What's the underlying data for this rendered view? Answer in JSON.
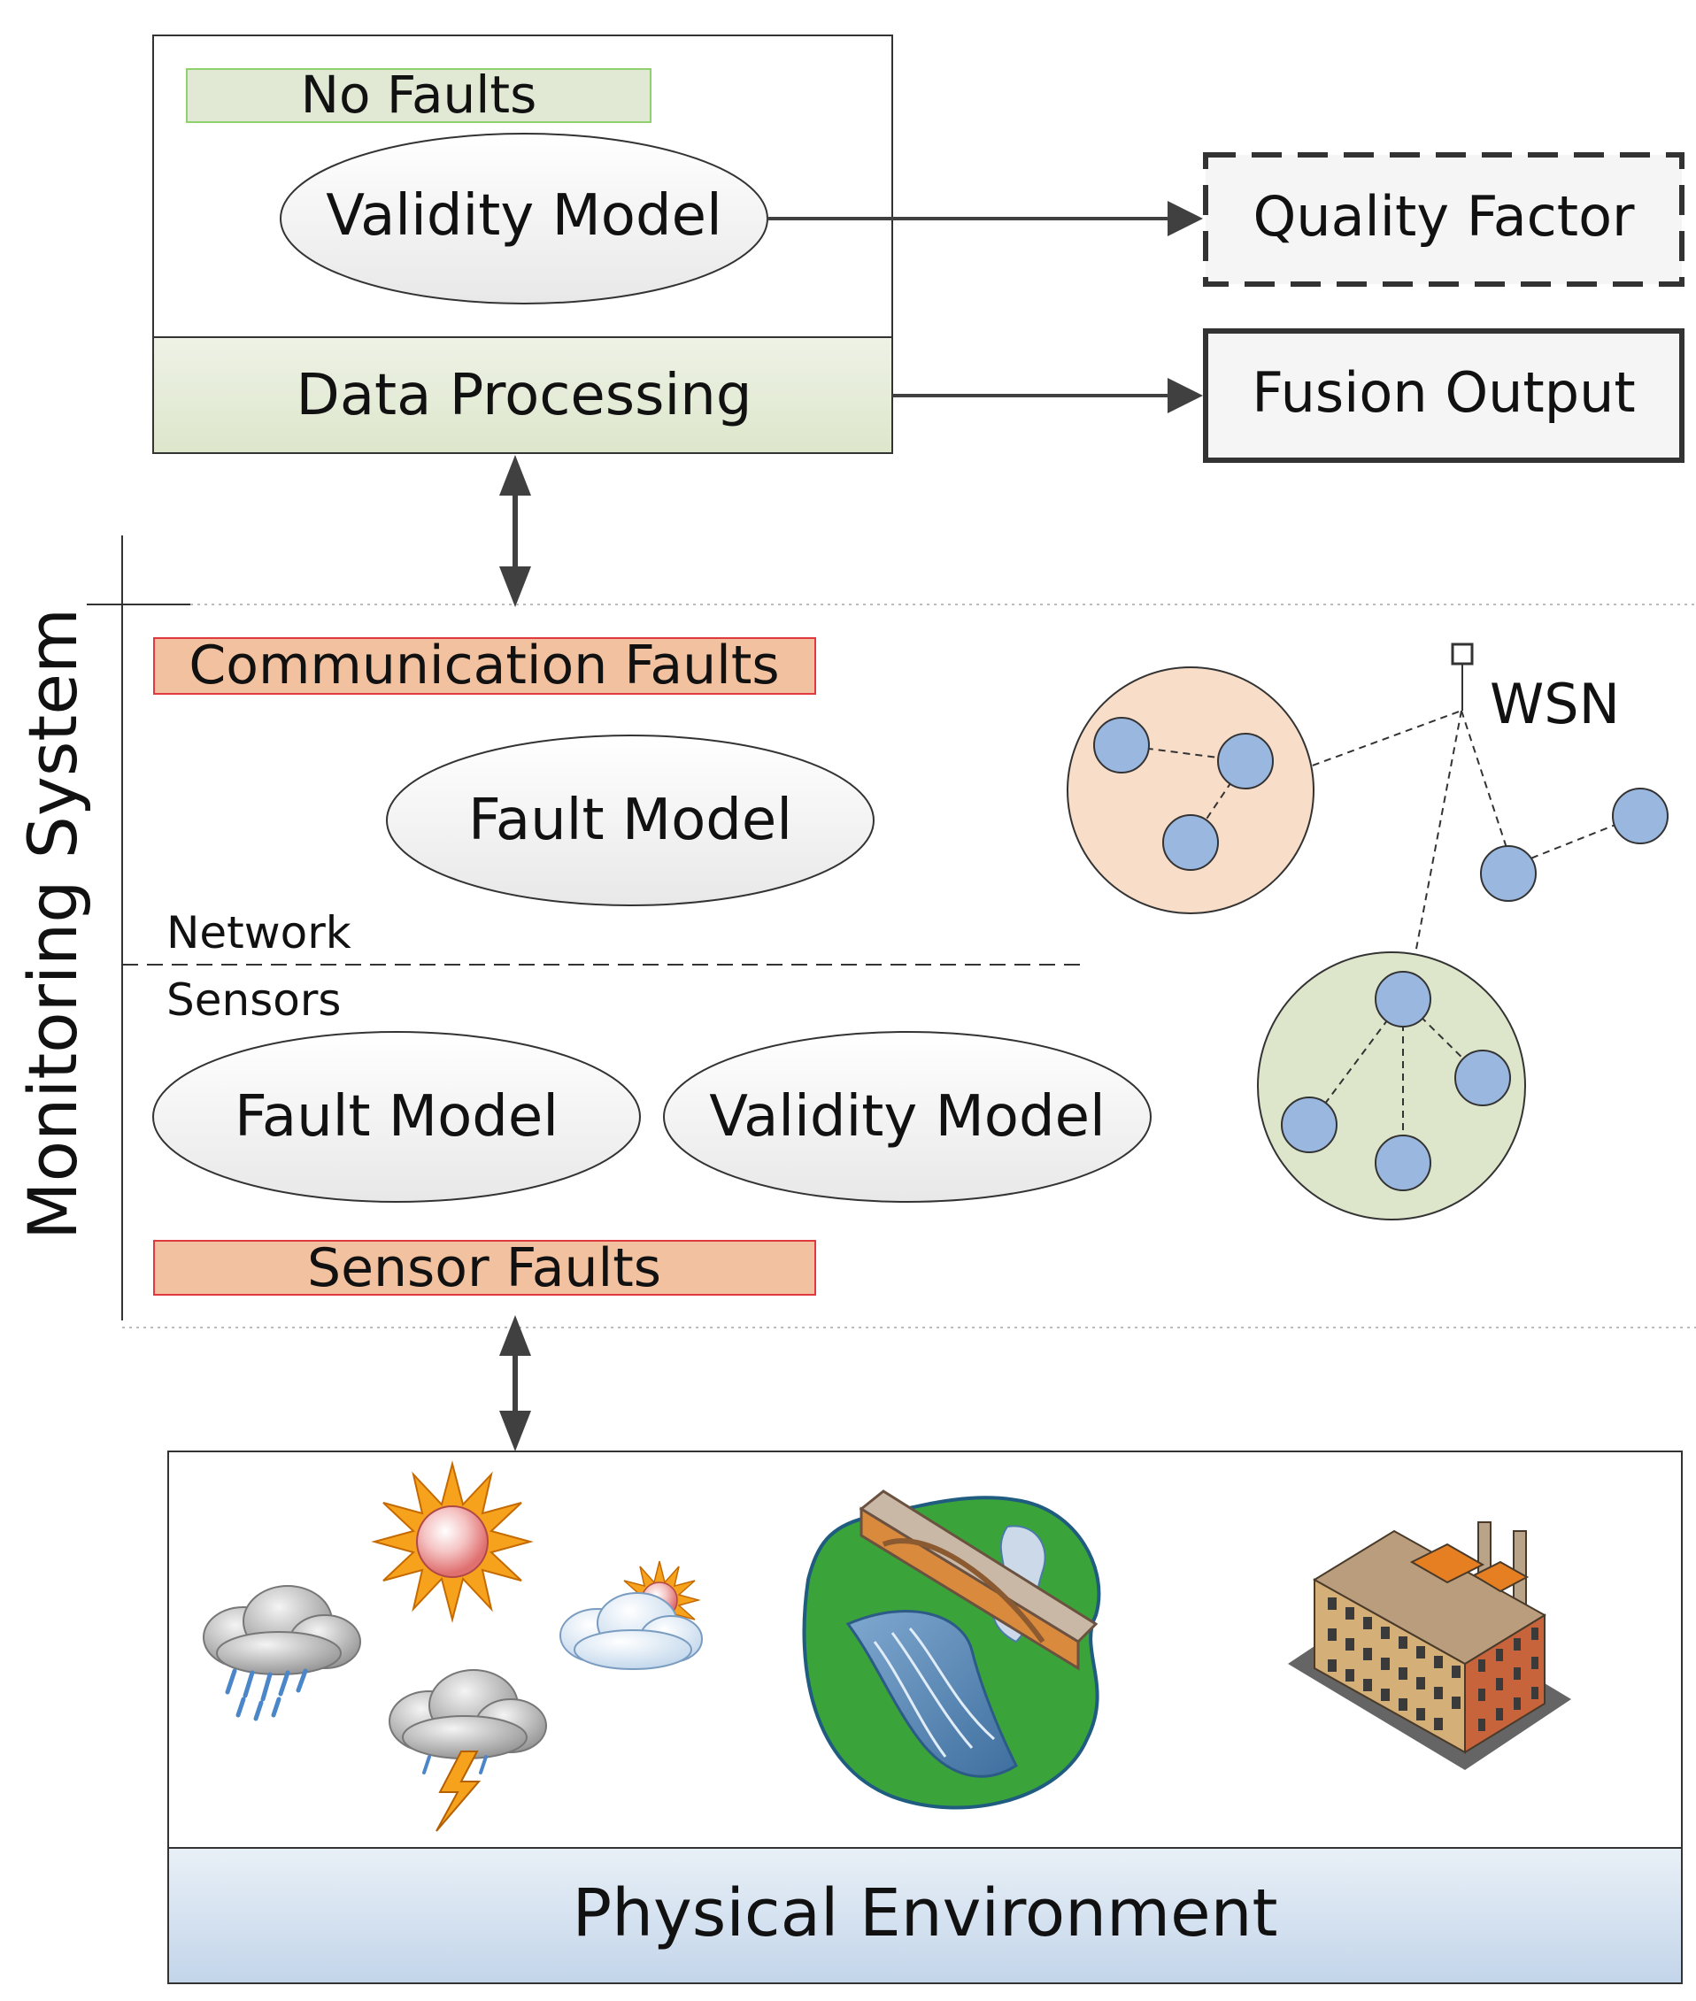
{
  "data_processing": {
    "no_faults_label": "No Faults",
    "validity_model_label": "Validity Model",
    "section_label": "Data Processing"
  },
  "outputs": {
    "quality_factor_label": "Quality Factor",
    "fusion_output_label": "Fusion Output"
  },
  "monitoring_system": {
    "title": "Monitoring System",
    "communication_faults_label": "Communication Faults",
    "network_fault_model_label": "Fault Model",
    "network_label": "Network",
    "sensors_label": "Sensors",
    "sensor_fault_model_label": "Fault Model",
    "sensor_validity_model_label": "Validity Model",
    "sensor_faults_label": "Sensor Faults",
    "wsn_label": "WSN"
  },
  "physical_environment": {
    "section_label": "Physical Environment",
    "icons": [
      "rain-cloud-icon",
      "sun-icon",
      "partly-cloudy-icon",
      "thunderstorm-icon",
      "river-bridge-icon",
      "factory-icon"
    ]
  },
  "colors": {
    "green_fill": "#e3ead6",
    "fault_fill": "#f2c2a0",
    "fault_border": "#e0393e",
    "node_fill": "#9ab8df",
    "cluster_orange": "#f8ddc8",
    "cluster_green": "#dde6cb",
    "env_band": "#d6e2ef",
    "arrow": "#404040"
  }
}
